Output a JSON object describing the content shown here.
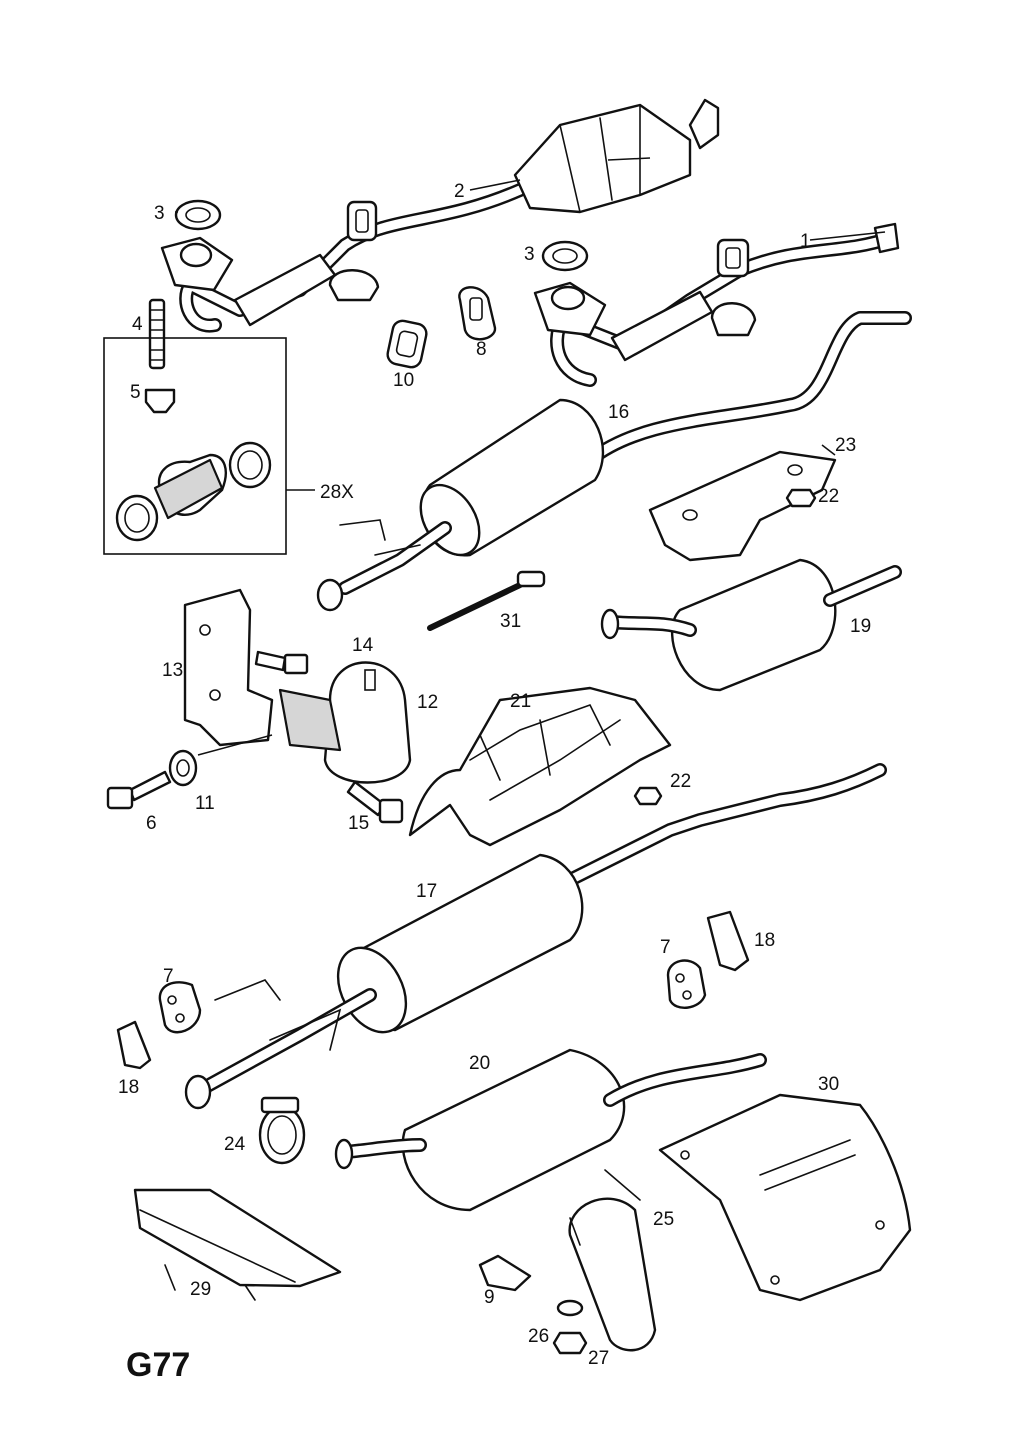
{
  "diagram_code": "G77",
  "callouts": [
    "1",
    "2",
    "3",
    "3",
    "4",
    "5",
    "6",
    "7",
    "7",
    "8",
    "9",
    "10",
    "11",
    "12",
    "13",
    "14",
    "15",
    "16",
    "17",
    "18",
    "18",
    "19",
    "20",
    "21",
    "22",
    "22",
    "23",
    "24",
    "25",
    "26",
    "27",
    "28X",
    "29",
    "30",
    "31"
  ],
  "kit_label": "28X"
}
